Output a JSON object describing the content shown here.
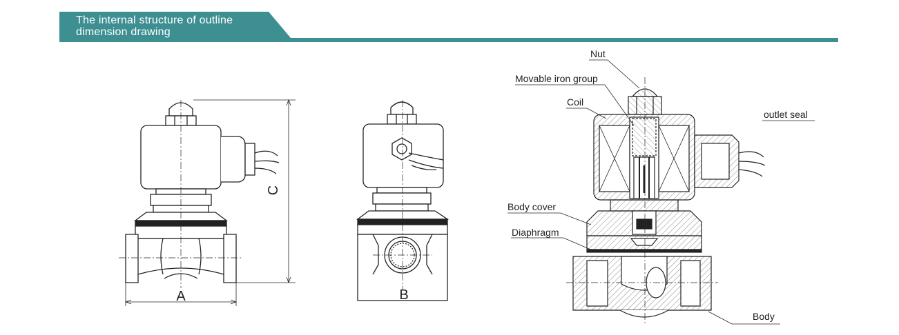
{
  "header": {
    "title": "The internal structure of outline dimension drawing"
  },
  "dimensions": {
    "width_front": "A",
    "width_side": "B",
    "height": "C"
  },
  "callouts": {
    "nut": "Nut",
    "movable_iron_group": "Movable iron group",
    "coil": "Coil",
    "outlet_seal": "outlet seal",
    "body_cover": "Body cover",
    "diaphragm": "Diaphragm",
    "body": "Body"
  },
  "colors": {
    "accent": "#3d8f92",
    "line": "#222222",
    "hatch": "#9a9a9a"
  }
}
